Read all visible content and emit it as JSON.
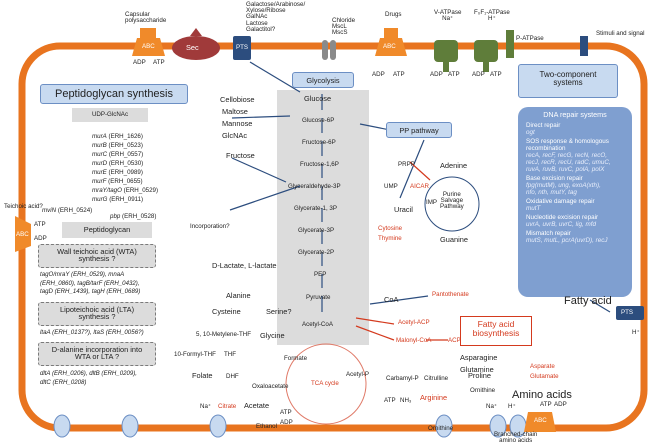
{
  "transporters": {
    "capsular": "Capsular\npolysaccharide",
    "abc": "ABC",
    "sec": "Sec",
    "pts": "PTS",
    "sugars": "Galactose/Arabinose/\nXylose/Ribose\nGalNAc\nLactose\nGalactitol?",
    "chloride": "Chloride\nMscL\nMscS",
    "drugs": "Drugs",
    "vatpase": "V-ATPase\nNa⁺",
    "f0f1": "F₀F₁-ATPase\nH⁺",
    "patpase": "P-ATPase",
    "stimuli": "Stimuli and signal",
    "adp": "ADP",
    "atp": "ATP",
    "teichoic_acid": "Teichoic acid?",
    "fatty_acid": "Fatty acid",
    "h_plus": "H⁺",
    "na_plus": "Na⁺",
    "ornithine": "Ornithine",
    "branched": "Branched-chain\namino acids"
  },
  "titles": {
    "peptidoglycan_synthesis": "Peptidoglycan  synthesis",
    "glycolysis": "Glycolysis",
    "pp_pathway": "PP pathway",
    "two_component": "Two-component\nsystems",
    "tca": "TCA cycle",
    "fatty_acid_bio": "Fatty acid\nbiosynthesis",
    "purine": "Purine\nSalvage\nPathway"
  },
  "peptidoglycan": {
    "udp": "UDP-GlcNAc",
    "genes": [
      {
        "gene": "murA",
        "id": " (ERH_1626)"
      },
      {
        "gene": "murB",
        "id": " (ERH_0523)"
      },
      {
        "gene": "murC",
        "id": " (ERH_0557)"
      },
      {
        "gene": "murD",
        "id": " (ERH_0530)"
      },
      {
        "gene": "murE",
        "id": " (ERH_0989)"
      },
      {
        "gene": "murF",
        "id": " (ERH_0655)"
      },
      {
        "gene": "mraY/tagO",
        "id": " (ERH_0529)"
      },
      {
        "gene": "murG",
        "id": " (ERH_0911)"
      }
    ],
    "mvin": "mviN",
    "mvin_id": " (ERH_0524)",
    "pbp": "pbp",
    "pbp_id": " (ERH_0528)",
    "product": "Peptidoglycan",
    "incorporation": "Incorporation?"
  },
  "wta": {
    "title": "Wall teichoic acid (WTA)\nsynthesis ?",
    "lines": [
      "tagO/mraY (ERH_0529), mnaA",
      "(ERH_0860), tagB/tarF (ERH_0432),",
      "tagD (ERH_1439), tagH (ERH_0689)"
    ]
  },
  "lta": {
    "title": "Lipoteichoic acid (LTA)\nsynthesis ?",
    "line": "ltaA (ERH_0137?), ltaS (ERH_0056?)"
  },
  "dala": {
    "title": "D-alanine incorporation into\nWTA or LTA ?",
    "lines": [
      "dltA (ERH_0206), dltB (ERH_0209),",
      "dltC (ERH_0208)"
    ]
  },
  "glycolysis": {
    "inputs": [
      "Cellobiose",
      "Maltose",
      "Mannose",
      "GlcNAc",
      "Fructose"
    ],
    "steps": [
      "Glucose",
      "Glucose-6P",
      "Fructose-6P",
      "Fructose-1,6P",
      "Glyceraldehyde-3P",
      "Glycerate-1, 3P",
      "Glycerate-3P",
      "Glycerate-2P",
      "PEP",
      "Pyruvate",
      "Acetyl-CoA"
    ]
  },
  "metabolites": {
    "d_lactate": "D-Lactate, L-lactate",
    "alanine": "Alanine",
    "cysteine": "Cysteine",
    "serine": "Serine?",
    "glycine": "Glycine",
    "methylene_thf": "5, 10-Metylene-THF",
    "formyl_thf": "10-Formyl-THF",
    "thf": "THF",
    "folate": "Folate",
    "dhf": "DHF",
    "formate": "Formate",
    "oxaloacetate": "Oxaloacetate",
    "acetate": "Acetate",
    "ethanol": "Ethanol",
    "citrate": "Citrate",
    "acetyl_p": "Acetyl-P",
    "carbamyl_p": "Carbamyl-P",
    "nh3": "NH₃",
    "citrulline": "Citrulline",
    "ornithine": "Ornithine",
    "arginine": "Arginine",
    "proline": "Proline",
    "asparagine": "Asparagine",
    "glutamine": "Glutamine",
    "aspartate": "Asparate",
    "glutamate": "Glutamate",
    "amino_acids": "Amino acids",
    "coa": "CoA",
    "pantothenate": "Pantothenate",
    "acetyl_acp": "Acetyl-ACP",
    "malonyl_coa": "Malonyl-CoA",
    "acp": "ACP",
    "prpp": "PRPP",
    "ump": "UMP",
    "aicar": "AICAR",
    "uracil": "Uracil",
    "imp": "IMP",
    "adenine": "Adenine",
    "guanine": "Guanine",
    "cytosine": "Cytosine",
    "thymine": "Thymine"
  },
  "dna": {
    "title": "DNA repair systems",
    "items": [
      {
        "head": "Direct repair",
        "genes": "ogt"
      },
      {
        "head": "SOS response & homologous\nrecombination",
        "genes": "recA, recF, recG, recN, recO,\nrecJ, recR, recU, radC, umuC,\nruvA, ruvB, ruvC, polA, polX"
      },
      {
        "head": "Base excision repair",
        "genes": "fpg(mutM), ung, exoA(xth),\nnfo, nth, mutY, tag"
      },
      {
        "head": "Oxidative damage repair",
        "genes": "mutT"
      },
      {
        "head": "Nucleotide excision repair",
        "genes": "uvrA, uvrB, uvrC, lig, mfd"
      },
      {
        "head": "Mismatch repair",
        "genes": "mutS, mutL, pcrA(uvrD), recJ"
      }
    ]
  },
  "colors": {
    "membrane": "#e8741f",
    "abc": "#f08a2a",
    "sec": "#a03a3a",
    "pts": "#2c4d7e",
    "atpase": "#5f7d3a",
    "panel_blue": "#c8daf0",
    "dna_box": "#7f9fd0",
    "red_text": "#d43a1e",
    "glycolysis_bg": "#dcdcdc"
  }
}
